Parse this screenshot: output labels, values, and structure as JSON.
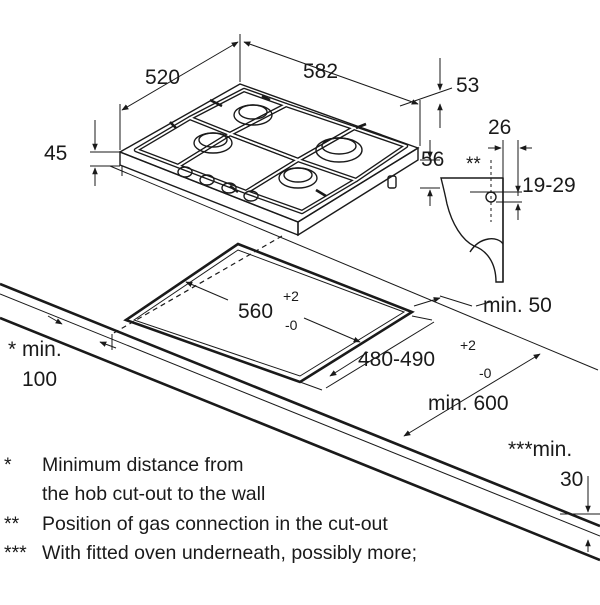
{
  "dimensions": {
    "hob_depth": "520",
    "hob_width": "582",
    "hob_overhang": "53",
    "hob_height": "45",
    "hob_below": "56",
    "gas_offset": "26",
    "gas_vertical": "19-29",
    "gas_mark": "**",
    "cutout_width": "560",
    "cutout_width_tol_plus": "+2",
    "cutout_width_tol_minus": "-0",
    "cutout_depth": "480-490",
    "cutout_depth_tol_plus": "+2",
    "cutout_depth_tol_minus": "-0",
    "min_front": "min. 50",
    "min_wall_label": "* min.",
    "min_wall_value": "100",
    "min_depth": "min. 600",
    "min_oven_label": "***min.",
    "min_oven_value": "30"
  },
  "footnotes": [
    {
      "mark": "*",
      "line1": "Minimum distance from",
      "line2": "the hob cut-out to the wall"
    },
    {
      "mark": "**",
      "line1": "Position of gas connection in the cut-out"
    },
    {
      "mark": "***",
      "line1": "With fitted oven underneath, possibly more;"
    }
  ]
}
